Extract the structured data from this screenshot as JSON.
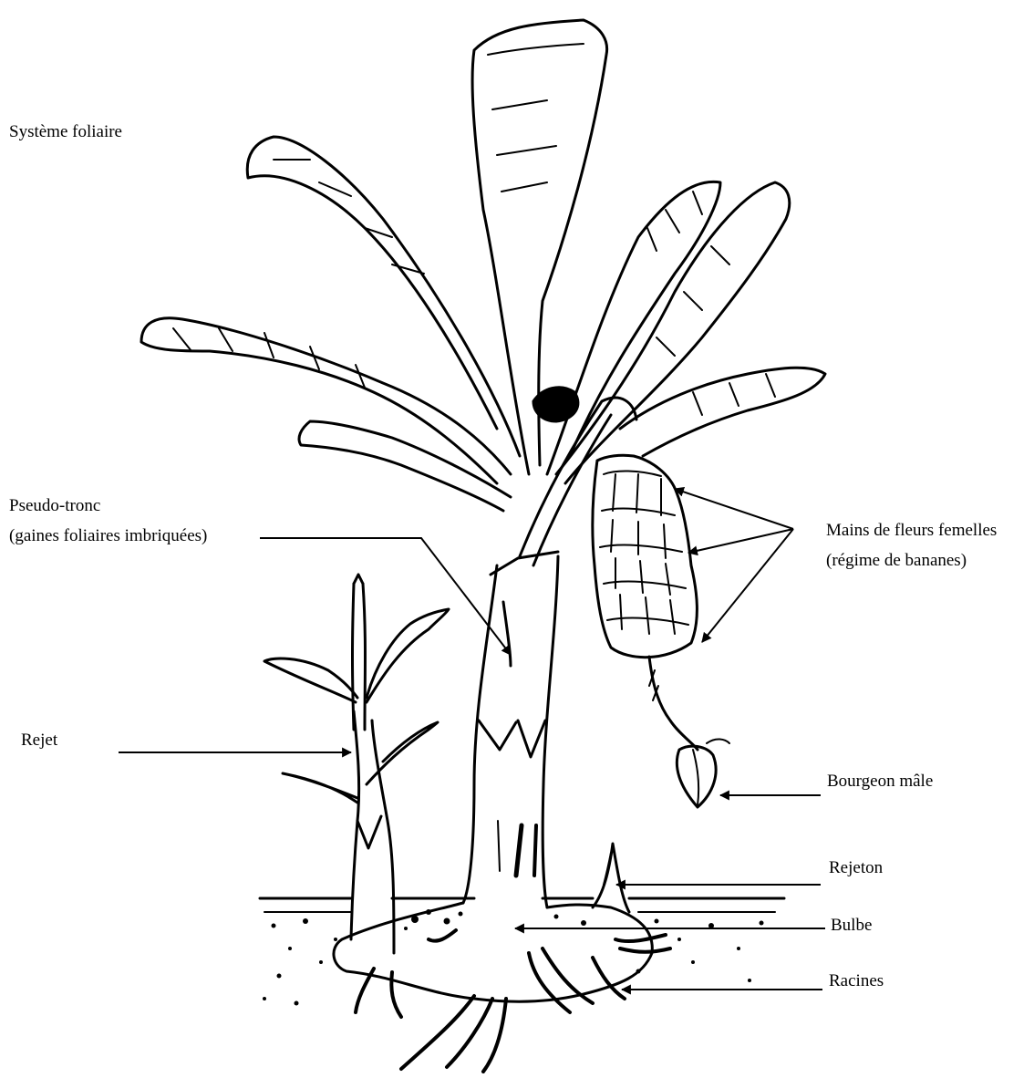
{
  "labels": {
    "systeme_foliaire": "Système foliaire",
    "pseudo_tronc_line1": "Pseudo-tronc",
    "pseudo_tronc_line2": "(gaines foliaires imbriquées)",
    "mains_line1": "Mains de fleurs femelles",
    "mains_line2": "(régime de bananes)",
    "rejet": "Rejet",
    "bourgeon_male": "Bourgeon mâle",
    "rejeton": "Rejeton",
    "bulbe": "Bulbe",
    "racines": "Racines"
  },
  "colors": {
    "ink": "#000000",
    "background": "#ffffff"
  }
}
